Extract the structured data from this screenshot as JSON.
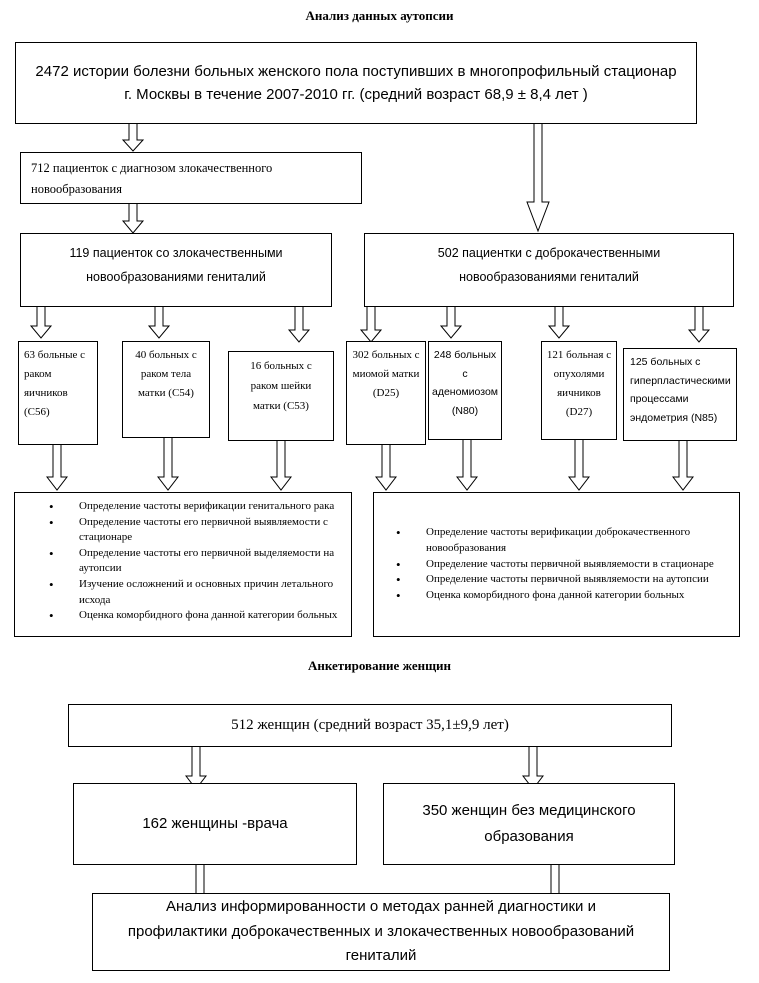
{
  "section_titles": {
    "autopsy": "Анализ данных аутопсии",
    "survey": "Анкетирование женщин"
  },
  "autopsy": {
    "root": "2472 истории болезни больных женского пола поступивших в многопрофильный стационар г. Москвы в течение  2007-2010  гг. (средний возраст  68,9 ± 8,4 лет )",
    "malignant_dx": "712 пациенток с диагнозом злокачественного новообразования",
    "malignant_genital": "119  пациенток со злокачественными новообразованиями гениталий",
    "benign_genital": "502 пациентки с доброкачественными новообразованиями гениталий",
    "diagnosis_boxes": [
      {
        "label": "63 больные с раком яичников (С56)",
        "count": "63",
        "code": "С56"
      },
      {
        "label": "40 больных с  раком тела матки (С54)",
        "count": "40",
        "code": "С54"
      },
      {
        "label": "16 больных с раком шейки матки  (С53)",
        "count": "16",
        "code": "С53"
      },
      {
        "label": "302 больных с миомой матки (D25)",
        "count": "302",
        "code": "D25"
      },
      {
        "label": "248 больных с аденомиозом (N80)",
        "count": "248",
        "code": "N80"
      },
      {
        "label": "121 больная с опухолями яичников (D27)",
        "count": "121",
        "code": "D27"
      },
      {
        "label": "125 больных с гиперпластическими процессами эндометрия (N85)",
        "count": "125",
        "code": "N85"
      }
    ],
    "malignant_tasks": [
      "Определение частоты верификации генитального рака",
      "Определение частоты  его первичной выявляемости с стационаре",
      "Определение частоты  его первичной выделяемости на аутопсии",
      "Изучение осложнений  и основных причин летального исхода",
      "Оценка коморбидного фона данной категории больных"
    ],
    "benign_tasks": [
      "Определение частоты  верификации доброкачественного новообразования",
      "Определение частоты  первичной выявляемости в стационаре",
      "Определение частоты  первичной выявляемости на аутопсии",
      "Оценка коморбидного фона данной категории больных"
    ]
  },
  "survey": {
    "root": "512 женщин (средний возраст 35,1±9,9 лет)",
    "doctors": "162 женщины -врача",
    "non_medical": "350 женщин без медицинского образования",
    "outcome": "Анализ информированности о методах ранней диагностики и профилактики  доброкачественных и злокачественных новообразований гениталий"
  },
  "colors": {
    "stroke": "#000000",
    "background": "#ffffff",
    "text": "#000000"
  }
}
